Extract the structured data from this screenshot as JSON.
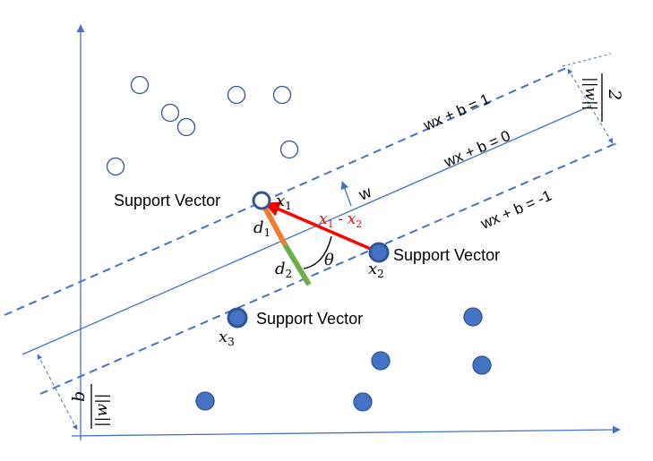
{
  "colors": {
    "axis": "#4472c4",
    "hyperplane": "#4472c4",
    "hollow_stroke": "#2f5597",
    "filled_fill": "#4472c4",
    "filled_stroke": "#2f5597",
    "diff_vector": "#ff0000",
    "d1_segment": "#ed7d31",
    "d2_segment": "#70ad47"
  },
  "labels": {
    "upper_margin": "wx + b = 1",
    "hyperplane": "wx + b = 0",
    "lower_margin": "wx + b = -1",
    "normal_vector": "w",
    "support_vector_1": "Support Vector",
    "support_vector_2": "Support Vector",
    "support_vector_3": "Support Vector",
    "x1": "x",
    "x1_sub": "1",
    "x2": "x",
    "x2_sub": "2",
    "x3": "x",
    "x3_sub": "3",
    "d1": "d",
    "d1_sub": "1",
    "d2": "d",
    "d2_sub": "2",
    "theta": "θ",
    "diff_x1": "x",
    "diff_x1_sub": "1",
    "diff_minus": " - ",
    "diff_x2": "x",
    "diff_x2_sub": "2",
    "margin_numerator": "2",
    "margin_denominator": "||w||",
    "bias_numerator": "b",
    "bias_denominator": "||w||"
  }
}
